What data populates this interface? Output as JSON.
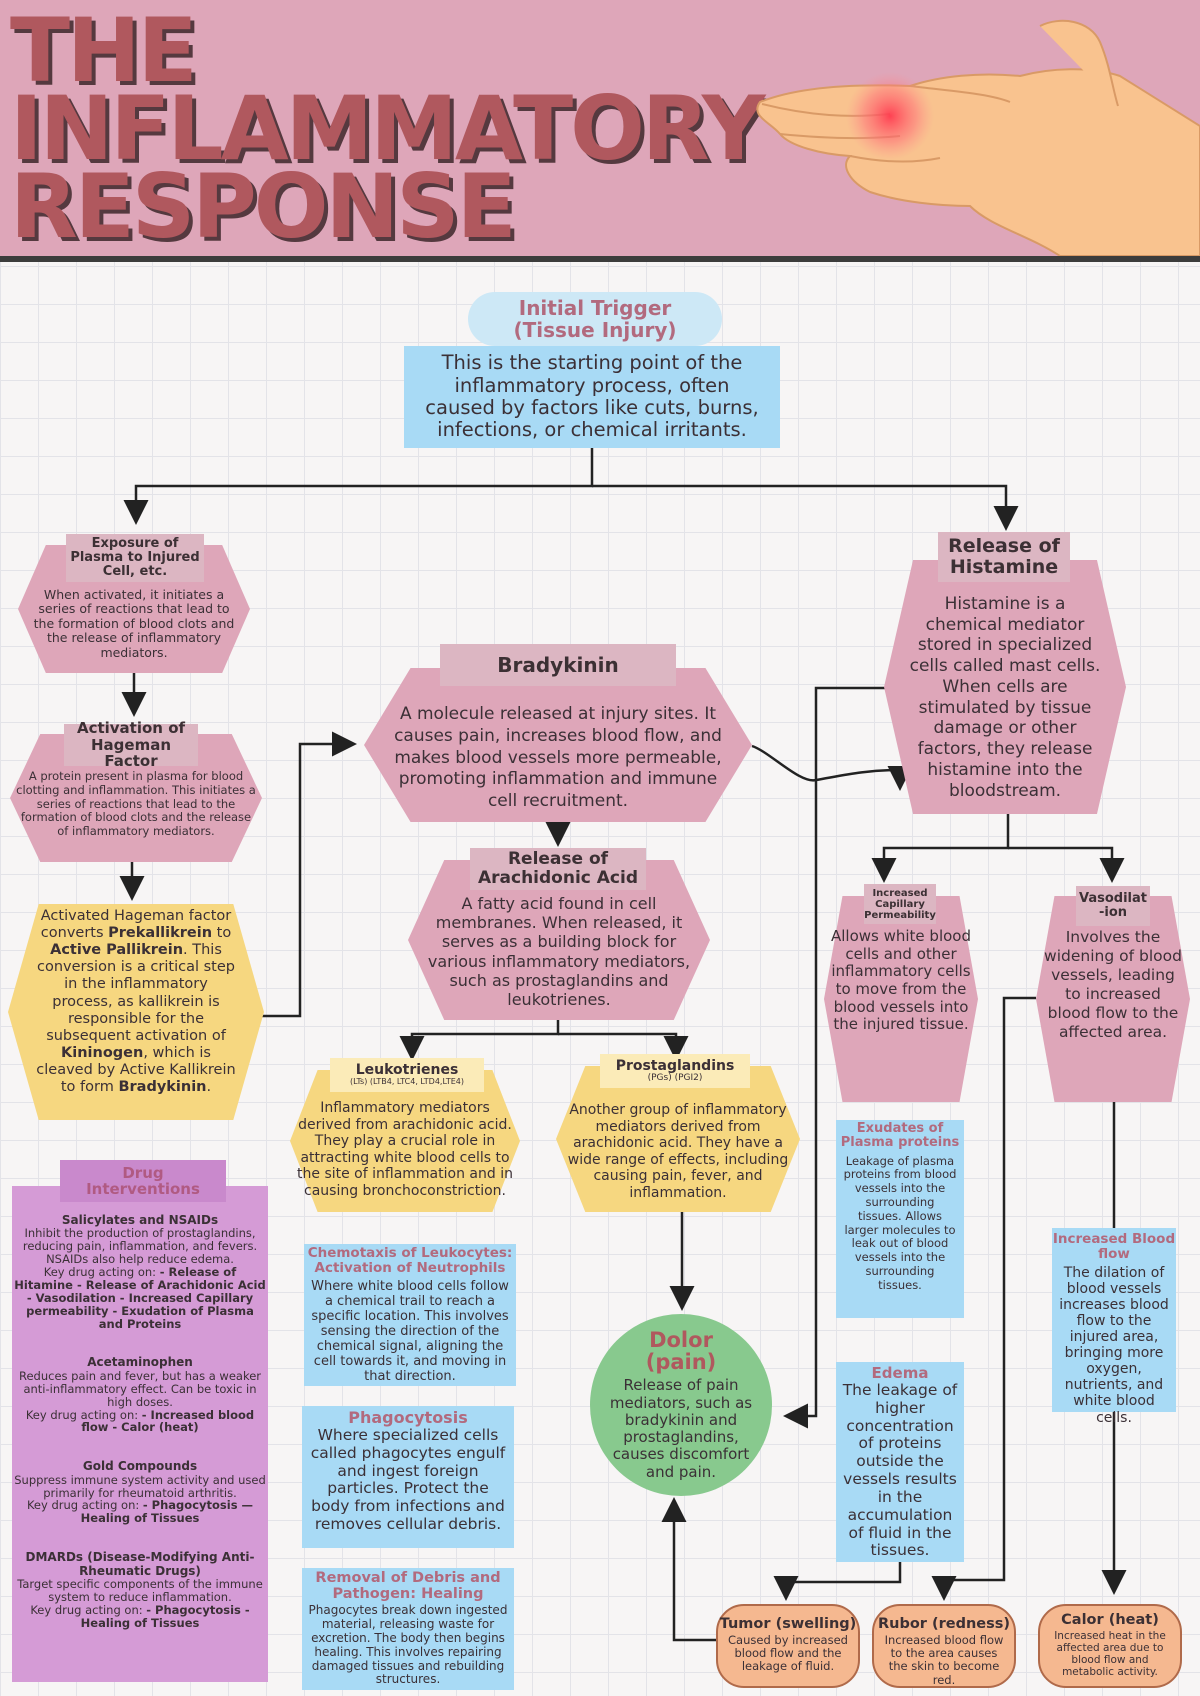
{
  "header": {
    "title_line1": "THE",
    "title_line2": "INFLAMMATORY",
    "title_line3": "RESPONSE"
  },
  "trigger": {
    "label_line1": "Initial Trigger",
    "label_line2": "(Tissue Injury)",
    "text": "This is the starting point of the inflammatory process, often caused by factors like cuts, burns, infections, or chemical irritants."
  },
  "exposure": {
    "label": "Exposure of Plasma to Injured Cell, etc.",
    "text": "When activated, it initiates a series of reactions that lead to the formation of blood clots and the release of inflammatory mediators."
  },
  "hageman": {
    "label": "Activation of Hageman Factor",
    "text": "A protein present in plasma for blood clotting and inflammation. This initiates a series of reactions that lead to the formation of blood clots and the release of inflammatory mediators."
  },
  "activated_hageman": {
    "t1": "Activated Hageman factor converts ",
    "b1": "Prekallikrein",
    "t2": " to ",
    "b2": "Active Pallikrein",
    "t3": ". This conversion is a critical step in the inflammatory process, as kallikrein is responsible for the subsequent activation of ",
    "b3": "Kininogen",
    "t4": ", which is cleaved by Active Kallikrein to form ",
    "b4": "Bradykinin",
    "t5": "."
  },
  "bradykinin": {
    "label": "Bradykinin",
    "text": "A molecule released at injury sites. It causes pain, increases blood flow, and makes blood vessels more permeable, promoting inflammation and immune cell recruitment."
  },
  "histamine": {
    "label_line1": "Release of",
    "label_line2": "Histamine",
    "text": "Histamine is a chemical mediator stored in specialized cells called mast cells. When cells are stimulated by tissue damage or other factors, they release histamine into the bloodstream."
  },
  "arachidonic": {
    "label_line1": "Release of",
    "label_line2": "Arachidonic Acid",
    "text": "A fatty acid found in cell membranes. When released, it serves as a building block for various inflammatory mediators, such as prostaglandins and leukotrienes."
  },
  "permeability": {
    "label": "Increased Capillary Permeability",
    "text": "Allows white blood cells and other inflammatory cells to move from the blood vessels into the injured tissue."
  },
  "vasodilation": {
    "label_line1": "Vasodilat",
    "label_line2": "-ion",
    "text": "Involves the widening of blood vessels, leading to increased blood flow to the affected area."
  },
  "leukotrienes": {
    "label": "Leukotrienes",
    "sub": "(LTs) (LTB4, LTC4, LTD4,LTE4)",
    "text": "Inflammatory mediators derived from arachidonic acid. They play a crucial role in attracting white blood cells to the site of inflammation and in causing bronchoconstriction."
  },
  "prostaglandins": {
    "label": "Prostaglandins",
    "sub": "(PGs) (PGI2)",
    "text": "Another group of inflammatory mediators derived from arachidonic acid. They have a wide range of effects, including causing pain, fever, and inflammation."
  },
  "exudates": {
    "label": "Exudates of Plasma proteins",
    "text": "Leakage of plasma proteins from blood vessels into the surrounding tissues. Allows larger molecules to leak out of blood vessels into the surrounding tissues."
  },
  "blood_flow": {
    "label": "Increased Blood flow",
    "text": "The dilation of blood vessels increases blood flow to the injured area, bringing more oxygen, nutrients, and white blood cells."
  },
  "chemotaxis": {
    "label_line1": "Chemotaxis of Leukocytes:",
    "label_line2": "Activation of Neutrophils",
    "text": "Where white blood cells follow a chemical trail to reach a specific location. This involves sensing the direction of the chemical signal, aligning the cell towards it, and moving in that direction."
  },
  "phagocytosis": {
    "label": "Phagocytosis",
    "text": "Where specialized cells called phagocytes engulf and ingest foreign particles. Protect the body from infections and removes cellular debris."
  },
  "removal": {
    "label_line1": "Removal of Debris and",
    "label_line2": "Pathogen: Healing",
    "text": "Phagocytes break down ingested material, releasing waste for excretion. The body then begins healing. This involves repairing damaged tissues and rebuilding structures."
  },
  "dolor": {
    "label_line1": "Dolor",
    "label_line2": "(pain)",
    "text": "Release of pain mediators, such as bradykinin and prostaglandins, causes discomfort and pain."
  },
  "edema": {
    "label": "Edema",
    "text": "The leakage of higher concentration of proteins outside the vessels results in the accumulation of fluid in the tissues."
  },
  "tumor": {
    "label": "Tumor (swelling)",
    "text": "Caused by increased blood flow and the leakage of fluid."
  },
  "rubor": {
    "label": "Rubor (redness)",
    "text": "Increased blood flow to the area causes the skin to become red."
  },
  "calor": {
    "label": "Calor (heat)",
    "text": "Increased heat in the affected area due to blood flow and metabolic activity."
  },
  "drugs": {
    "title_line1": "Drug",
    "title_line2": "Interventions",
    "salicylates_title": "Salicylates and NSAIDs",
    "salicylates_text": "Inhibit the production of prostaglandins, reducing pain, inflammation, and fevers. NSAIDs also help reduce edema.",
    "salicylates_key": "Key  drug acting on: ",
    "salicylates_targets": "- Release of Hitamine - Release of Arachidonic Acid - Vasodilation  - Increased Capillary permeability - Exudation of Plasma and Proteins",
    "acetaminophen_title": "Acetaminophen",
    "acetaminophen_text": "Reduces pain and fever, but has a weaker anti-inflammatory effect. Can be toxic in high doses.",
    "acetaminophen_key": "Key drug acting on: ",
    "acetaminophen_targets": "- Increased blood flow - Calor (heat)",
    "gold_title": "Gold Compounds",
    "gold_text": "Suppress immune system activity and used primarily for rheumatoid arthritis.",
    "gold_key": "Key drug acting on: ",
    "gold_targets": "- Phagocytosis —Healing of Tissues",
    "dmards_title": "DMARDs (Disease-Modifying Anti-Rheumatic Drugs)",
    "dmards_text": "Target specific components of the immune system to reduce inflammation.",
    "dmards_key": "Key drug acting on: ",
    "dmards_targets": "- Phagocytosis - Healing of Tissues"
  },
  "colors": {
    "header_bg": "#dea6b9",
    "title_color": "#b0585e",
    "pink_node": "#dea6b9",
    "blue_node": "#a8daf5",
    "yellow_node": "#f6d780",
    "purple_node": "#d59bd6",
    "green_node": "#88c98e",
    "orange_node": "#f5b890"
  }
}
